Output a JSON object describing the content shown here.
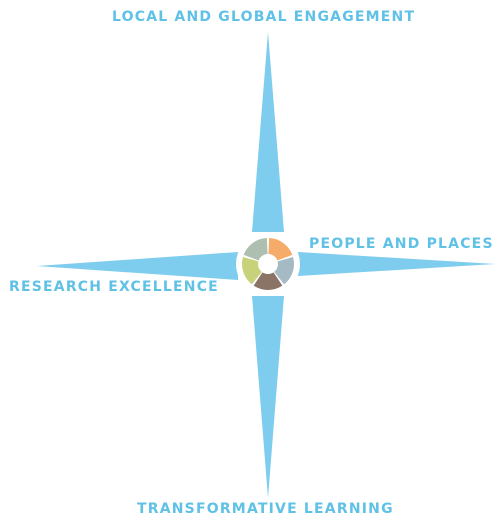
{
  "labels": {
    "top": "LOCAL AND GLOBAL ENGAGEMENT",
    "right": "PEOPLE AND PLACES",
    "left": "RESEARCH EXCELLENCE",
    "bottom": "TRANSFORMATIVE LEARNING"
  },
  "colors": {
    "label_text": "#5fc1e6",
    "compass_point": "#7ecdee",
    "segment_orange": "#f5ac6b",
    "segment_slate": "#a6bac6",
    "segment_brown": "#8a7466",
    "segment_green": "#c8d27a",
    "segment_sage": "#aebfb1"
  }
}
